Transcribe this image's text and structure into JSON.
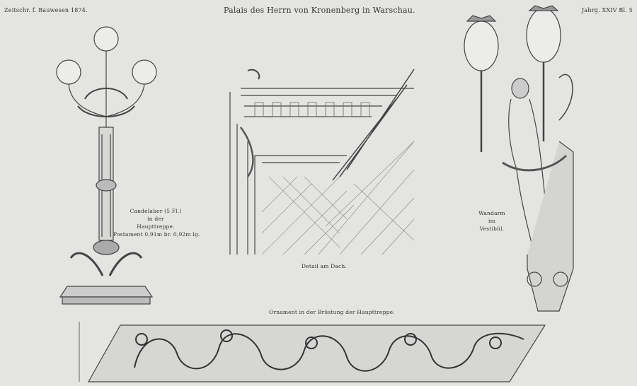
{
  "header": {
    "left": "Zeitschr. f. Bauwesen 1874.",
    "title": "Palais des Herrn von Kronenberg in Warschau.",
    "right": "Jahrg. XXIV Bl. 5"
  },
  "figures": {
    "candelaber": [
      "Candelaber (5 Fl.)",
      "in der",
      "Haupttreppe.",
      "Postament 0,91m br. 0,92m lg."
    ],
    "dach": "Detail am Dach.",
    "wandarm": [
      "Wandarm",
      "im",
      "Vestibül."
    ],
    "ornament": "Ornament in der Brüstung der Haupttreppe."
  },
  "colors": {
    "paper": "#e4e4e2",
    "ink": "#333333"
  }
}
